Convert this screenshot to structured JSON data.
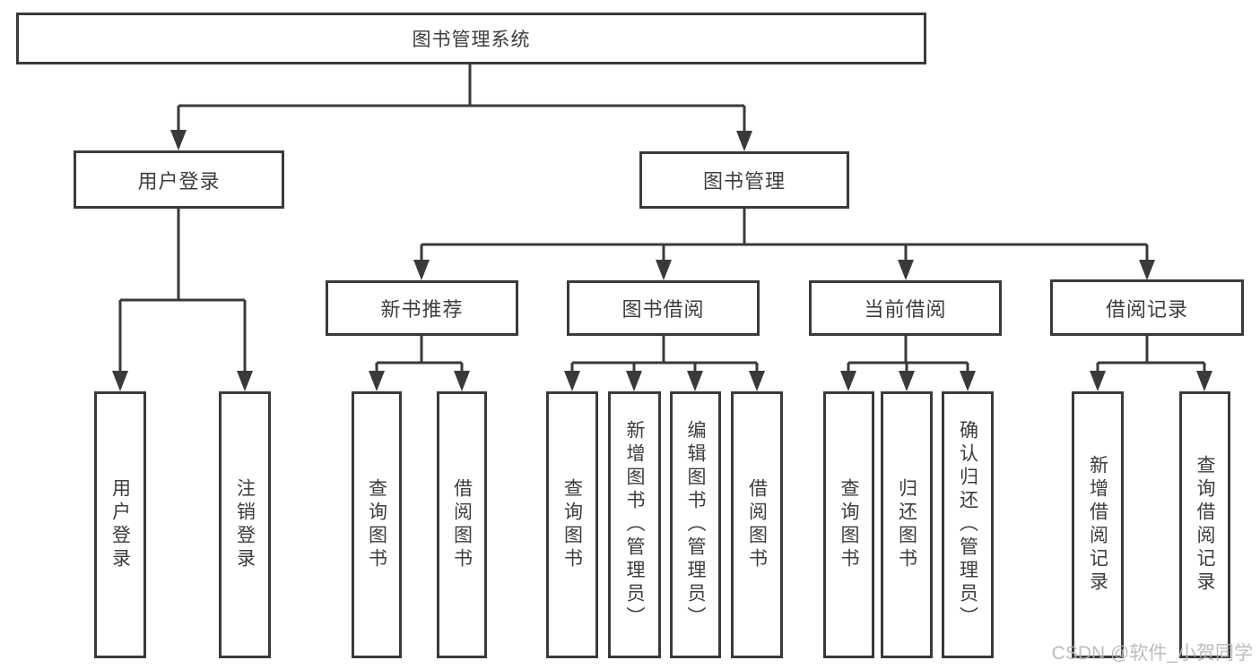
{
  "tree": {
    "root": {
      "label": "图书管理系统"
    },
    "branches": [
      {
        "label": "用户登录",
        "children": [
          {
            "label": "用户登录"
          },
          {
            "label": "注销登录"
          }
        ]
      },
      {
        "label": "图书管理",
        "children": [
          {
            "label": "新书推荐",
            "children": [
              {
                "label": "查询图书"
              },
              {
                "label": "借阅图书"
              }
            ]
          },
          {
            "label": "图书借阅",
            "children": [
              {
                "label": "查询图书"
              },
              {
                "label": "新增图书（管理员）"
              },
              {
                "label": "编辑图书（管理员）"
              },
              {
                "label": "借阅图书"
              }
            ]
          },
          {
            "label": "当前借阅",
            "children": [
              {
                "label": "查询图书"
              },
              {
                "label": "归还图书"
              },
              {
                "label": "确认归还（管理员）"
              }
            ]
          },
          {
            "label": "借阅记录",
            "children": [
              {
                "label": "新增借阅记录"
              },
              {
                "label": "查询借阅记录"
              }
            ]
          }
        ]
      }
    ]
  },
  "watermark": {
    "text": "CSDN @软件_小贺同学"
  },
  "colors": {
    "line": "#3a3a3a",
    "text": "#3d3d3d",
    "background": "#ffffff",
    "watermark": "#b6b6b6"
  }
}
